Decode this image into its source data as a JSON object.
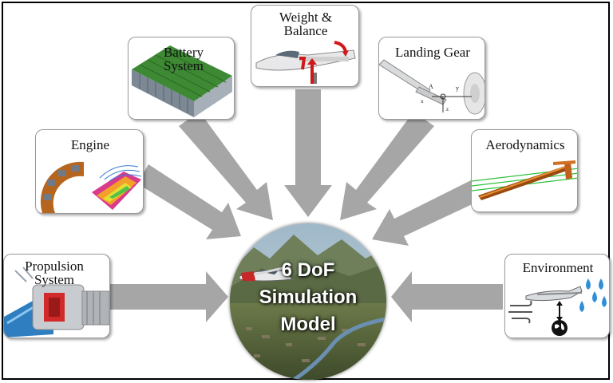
{
  "center": {
    "line1": "6 DoF",
    "line2": "Simulation",
    "line3": "Model"
  },
  "modules": {
    "weight_balance": {
      "label_line1": "Weight &",
      "label_line2": "Balance"
    },
    "battery": {
      "label_line1": "Battery",
      "label_line2": "System"
    },
    "landing_gear": {
      "label": "Landing Gear"
    },
    "engine": {
      "label": "Engine"
    },
    "aerodynamics": {
      "label": "Aerodynamics"
    },
    "propulsion": {
      "label_line1": "Propulsion",
      "label_line2": "System"
    },
    "environment": {
      "label": "Environment"
    }
  },
  "colors": {
    "arrow": "#a6a6a6",
    "frame": "#000000",
    "card_border": "#9a9a9a"
  }
}
